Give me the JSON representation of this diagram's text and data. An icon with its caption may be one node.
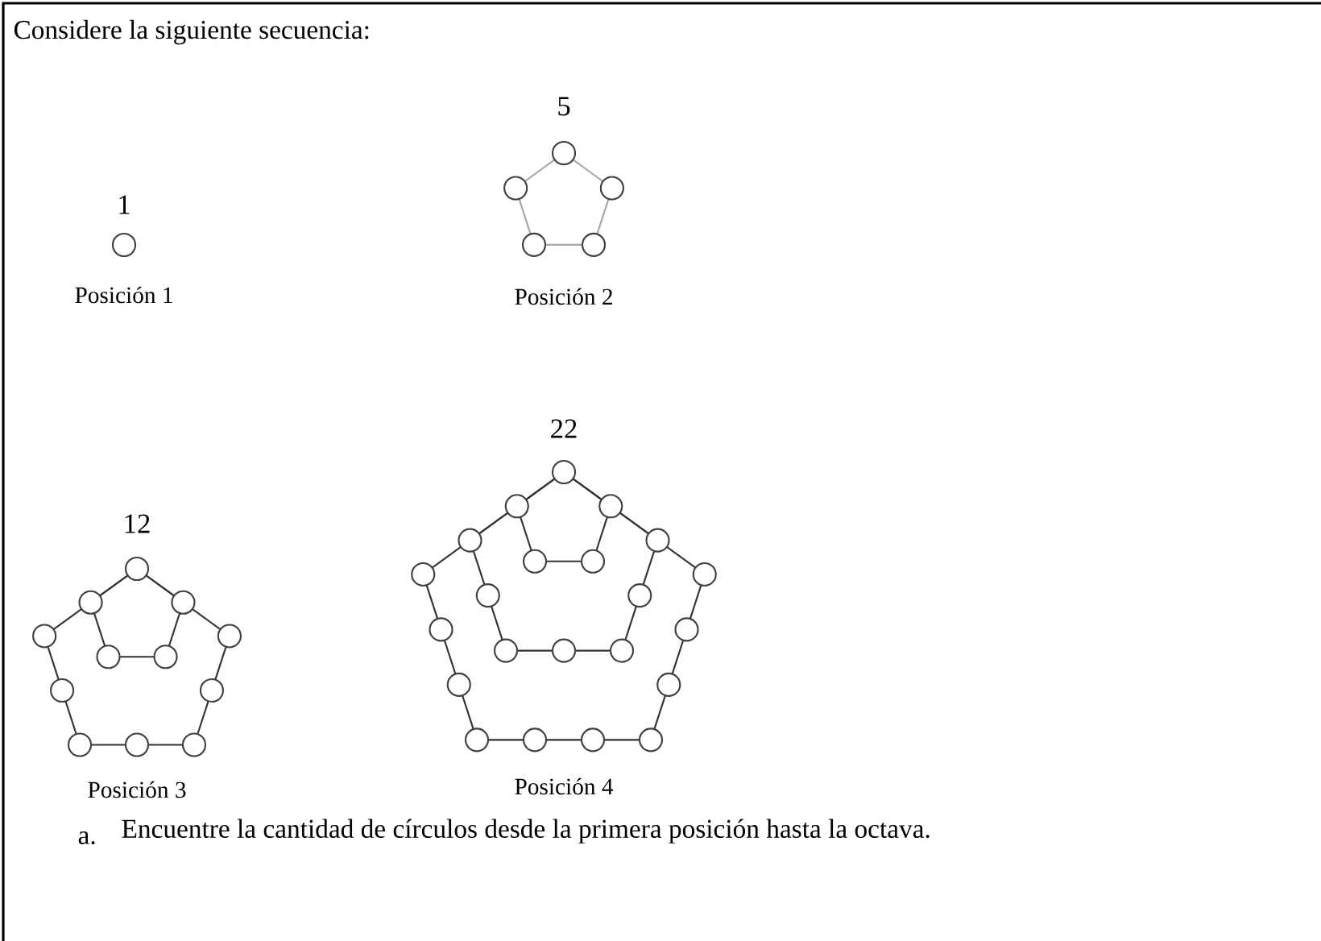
{
  "diagram": {
    "labels": [
      "Considere la siguiente secuencia:",
      "5",
      "1",
      "Posición 1",
      "Posición 2",
      "22",
      "12",
      "Posición 3",
      "Posición 4",
      "a.",
      "Encuentre la cantidad de círculos desde la primera posición hasta la octava."
    ]
  }
}
